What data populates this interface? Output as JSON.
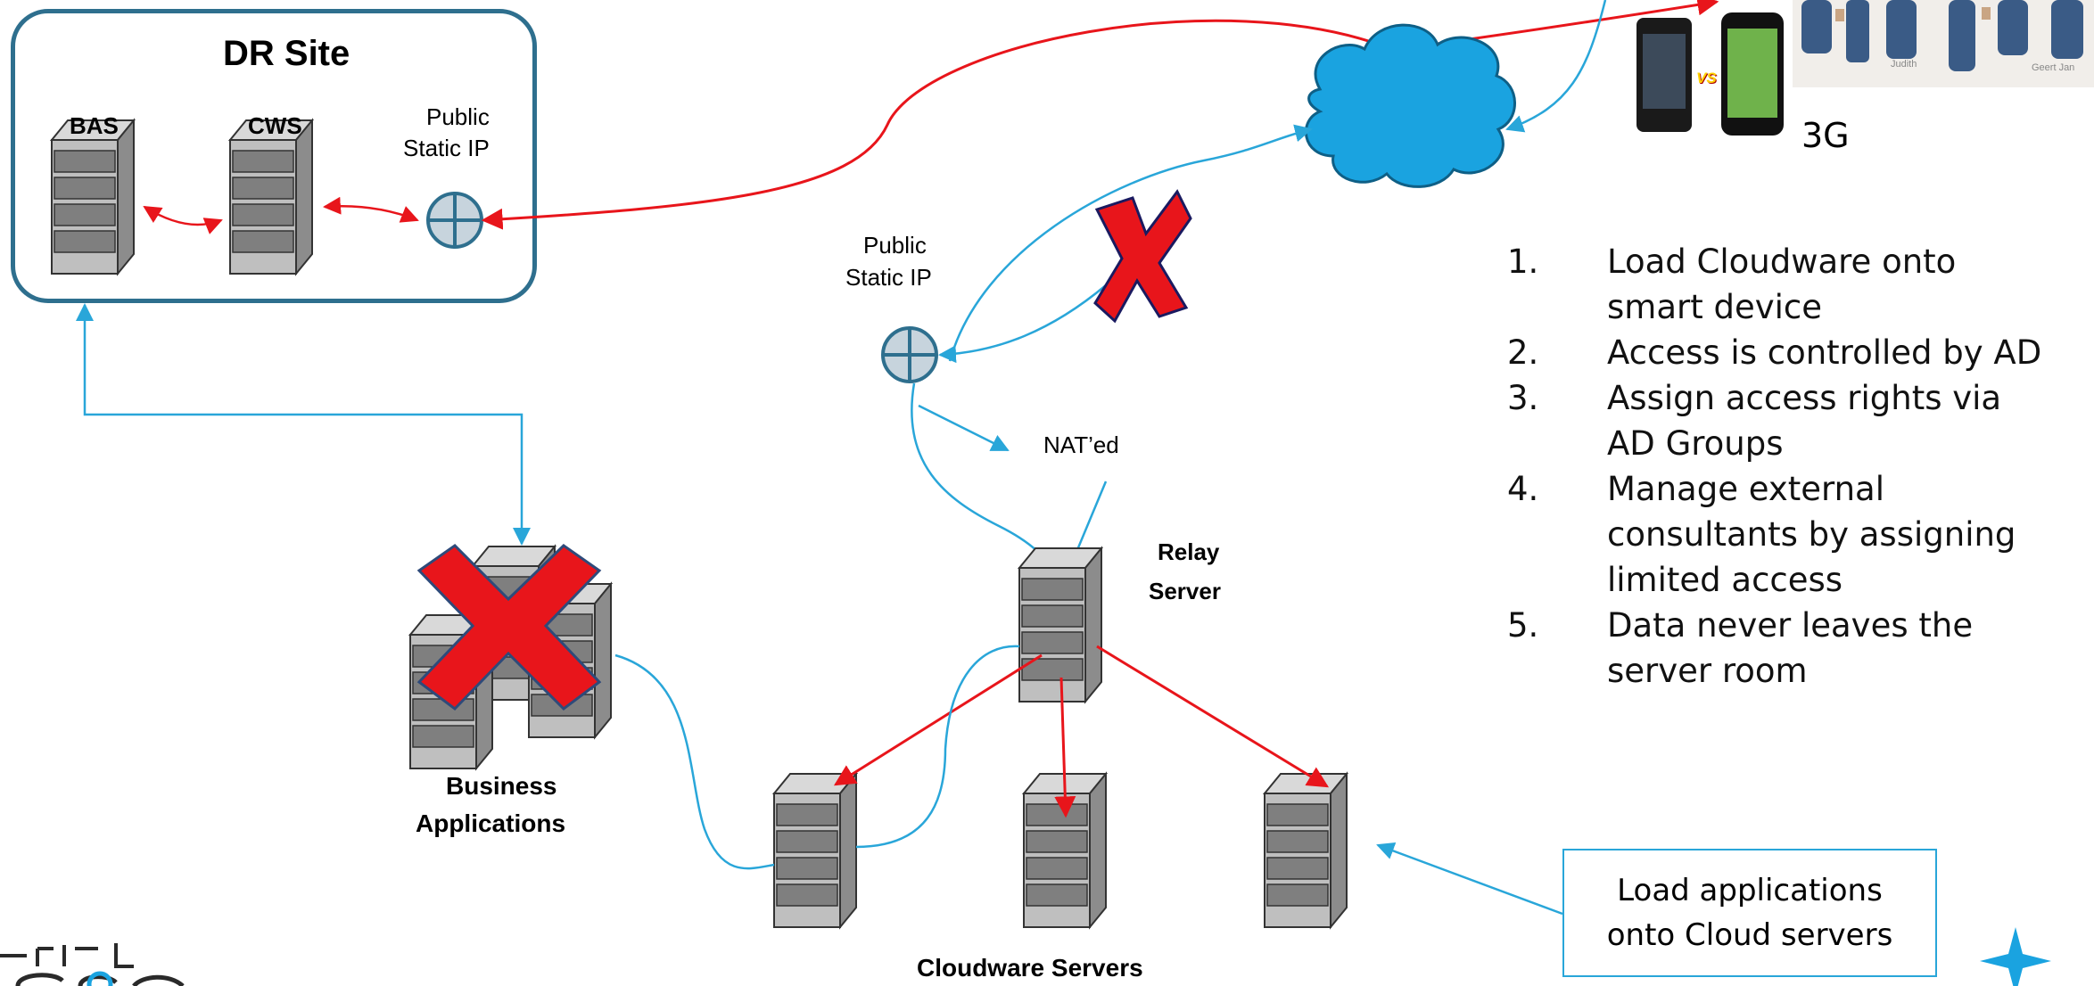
{
  "dr_site": {
    "title": "DR Site",
    "bas_label": "BAS",
    "cws_label": "CWS",
    "public_ip_label_line1": "Public",
    "public_ip_label_line2": "Static IP"
  },
  "relay": {
    "public_ip_label_line1": "Public",
    "public_ip_label_line2": "Static IP",
    "nat_label": "NAT’ed",
    "server_label_line1": "Relay",
    "server_label_line2": "Server"
  },
  "business_apps": {
    "label_line1": "Business",
    "label_line2": "Applications"
  },
  "cloudware_servers": {
    "label": "Cloudware Servers"
  },
  "mobile": {
    "network_label": "3G",
    "vs_badge": "VS",
    "photo_caption_1": "Judith",
    "photo_caption_2": "Geert  Jan"
  },
  "steps": [
    {
      "num": "1.",
      "lines": [
        "Load Cloudware onto",
        "smart device"
      ]
    },
    {
      "num": "2.",
      "lines": [
        "Access is controlled by AD"
      ]
    },
    {
      "num": "3.",
      "lines": [
        "Assign access rights via",
        "AD Groups"
      ]
    },
    {
      "num": "4.",
      "lines": [
        "Manage external",
        "consultants by assigning",
        "limited access"
      ]
    },
    {
      "num": "5.",
      "lines": [
        "Data never leaves the",
        "server room"
      ]
    }
  ],
  "callout": {
    "line1": "Load applications",
    "line2": "onto Cloud servers"
  },
  "colors": {
    "red_link": "#e8151b",
    "blue_link": "#29a6d9",
    "box_border": "#2e6f8e",
    "cloud": "#1aa3e0"
  }
}
